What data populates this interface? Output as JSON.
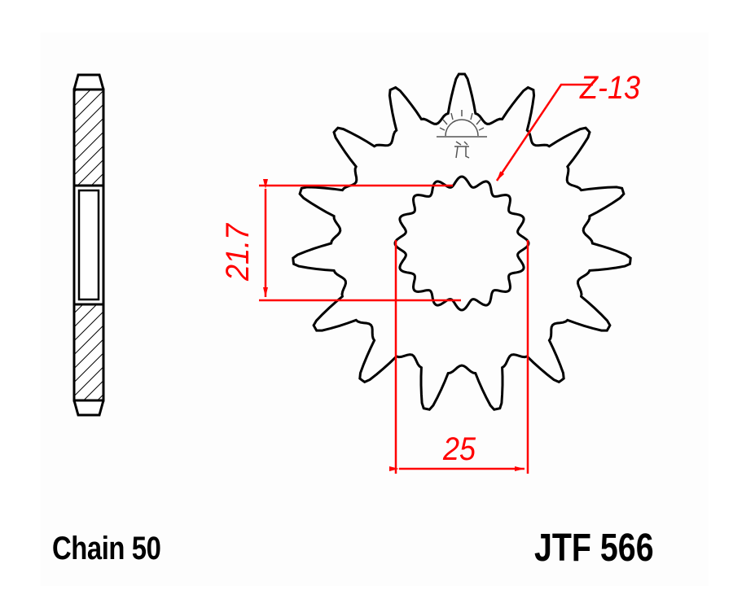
{
  "diagram": {
    "title": "Front sprocket technical drawing",
    "part_number": "JTF 566",
    "chain_label": "Chain 50",
    "teeth_label": "Z-13",
    "dimensions": {
      "spline_height": "21.7",
      "spline_width": "25"
    },
    "colors": {
      "outline": "#000000",
      "dimension": "#ff0000",
      "background": "#ffffff"
    },
    "icons": {
      "logo": "sunrise-logo-icon"
    },
    "views": [
      "side-profile-view",
      "front-view"
    ]
  }
}
